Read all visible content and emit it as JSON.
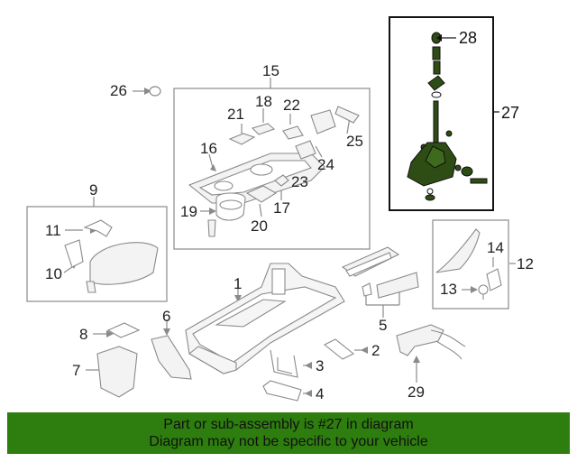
{
  "callouts": {
    "c1": "1",
    "c2": "2",
    "c3": "3",
    "c4": "4",
    "c5": "5",
    "c6": "6",
    "c7": "7",
    "c8": "8",
    "c9": "9",
    "c10": "10",
    "c11": "11",
    "c12": "12",
    "c13": "13",
    "c14": "14",
    "c15": "15",
    "c16": "16",
    "c17": "17",
    "c18": "18",
    "c19": "19",
    "c20": "20",
    "c21": "21",
    "c22": "22",
    "c23": "23",
    "c24": "24",
    "c25": "25",
    "c26": "26",
    "c27": "27",
    "c28": "28",
    "c29": "29"
  },
  "banner": {
    "line1": "Part or sub-assembly is #27 in diagram",
    "line2": "Diagram may not be specific to your vehicle"
  },
  "colors": {
    "highlight_green": "#2e4d14",
    "banner_green": "#2e7d0f",
    "line_gray": "#8a8a8a"
  }
}
